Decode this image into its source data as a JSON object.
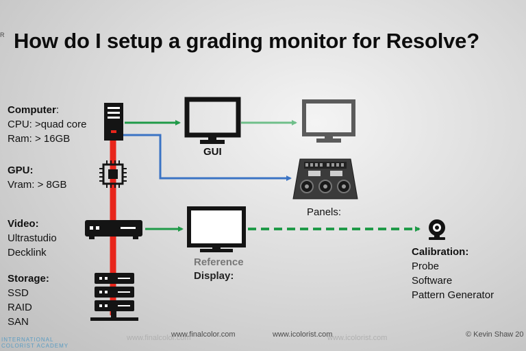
{
  "title": "How do I setup a grading monitor for Resolve?",
  "corner_mark": "R",
  "computer": {
    "heading": "Computer",
    "heading_suffix": ":",
    "lines": [
      "CPU: >quad core",
      "Ram: > 16GB"
    ]
  },
  "gpu": {
    "heading": "GPU:",
    "lines": [
      "Vram: > 8GB"
    ]
  },
  "video": {
    "heading": "Video:",
    "lines": [
      "Ultrastudio",
      "Decklink"
    ]
  },
  "storage": {
    "heading": "Storage:",
    "lines": [
      "SSD",
      "RAID",
      "SAN"
    ]
  },
  "gui_label": "GUI",
  "panels_label": "Panels:",
  "reference_display": {
    "line1": "Reference",
    "line2": "Display:"
  },
  "calibration": {
    "heading": "Calibration:",
    "lines": [
      "Probe",
      "Software",
      "Pattern Generator"
    ]
  },
  "footer": {
    "finalcolor": "www.finalcolor.com",
    "finalcolor_ghost": "www.finalcolor.com",
    "icolorist": "www.icolorist.com",
    "icolorist_ghost": "www.icolorist.com",
    "copyright": "© Kevin Shaw  20"
  },
  "logo": {
    "line1": "INTERNATIONAL",
    "line2": "COLORIST ACADEMY"
  },
  "colors": {
    "red": "#e8251b",
    "green": "#1f9a48",
    "green_light": "#6fbf8a",
    "blue": "#3a73c4",
    "icon_dark": "#141414",
    "icon_grey": "#5b5b5b"
  },
  "icons": [
    "computer-tower-icon",
    "gpu-chip-icon",
    "video-interface-icon",
    "storage-server-icon",
    "gui-monitor-icon",
    "second-monitor-icon",
    "control-panel-icon",
    "reference-display-icon",
    "calibration-probe-icon"
  ]
}
